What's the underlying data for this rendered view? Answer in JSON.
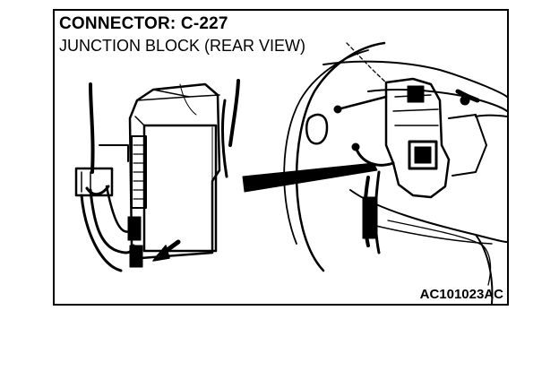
{
  "figure": {
    "title": "CONNECTOR: C-227",
    "subtitle": "JUNCTION BLOCK (REAR VIEW)",
    "code": "AC101023AC"
  },
  "icons": [
    "junction-block-illustration",
    "dashboard-illustration",
    "pointer-arrow"
  ]
}
